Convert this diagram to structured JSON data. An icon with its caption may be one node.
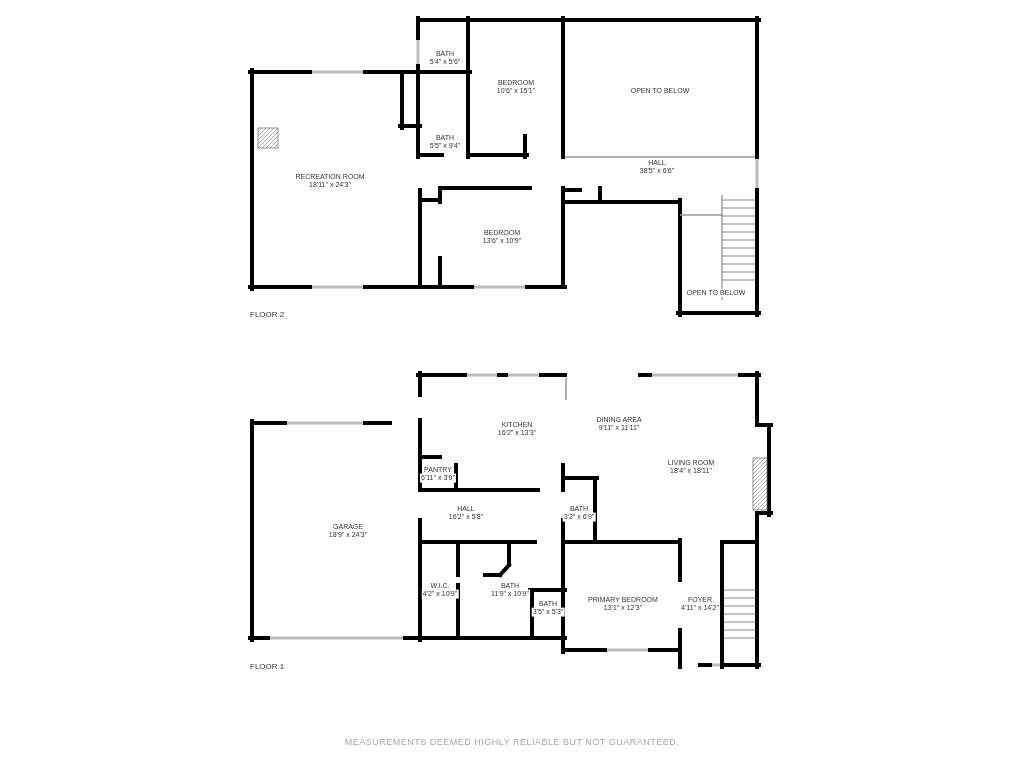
{
  "diagram": {
    "nodes": [
      {
        "text": [
          "BATH",
          "5'4\" x 5'6\""
        ]
      },
      {
        "text": [
          "BEDROOM",
          "10'6\" x 15'1\""
        ]
      },
      {
        "text": [
          "OPEN TO BELOW"
        ]
      },
      {
        "text": [
          "BATH",
          "5'5\" x 9'4\""
        ]
      },
      {
        "text": [
          "RECREATION ROOM",
          "18'11\" x 24'3\""
        ]
      },
      {
        "text": [
          "HALL",
          "38'5\" x 6'6\""
        ]
      },
      {
        "text": [
          "BEDROOM",
          "13'6\" x 10'9\""
        ]
      },
      {
        "text": [
          "OPEN TO BELOW"
        ]
      },
      {
        "text": [
          "KITCHEN",
          "16'2\" x 13'3\""
        ]
      },
      {
        "text": [
          "DINING AREA",
          "9'11\" x 11'11\""
        ]
      },
      {
        "text": [
          "PANTRY",
          "6'11\" x 3'9\""
        ]
      },
      {
        "text": [
          "LIVING ROOM",
          "18'4\" x 18'11\""
        ]
      },
      {
        "text": [
          "HALL",
          "16'2\" x 5'8\""
        ]
      },
      {
        "text": [
          "BATH",
          "3'2\" x 6'9\""
        ]
      },
      {
        "text": [
          "GARAGE",
          "18'9\" x 24'3\""
        ]
      },
      {
        "text": [
          "W.I.C.",
          "4'2\" x 10'9\""
        ]
      },
      {
        "text": [
          "BATH",
          "11'9\" x 10'9\""
        ]
      },
      {
        "text": [
          "BATH",
          "3'5\" x 5'3\""
        ]
      },
      {
        "text": [
          "PRIMARY BEDROOM",
          "13'1\" x 12'3\""
        ]
      },
      {
        "text": [
          "FOYER",
          "4'11\" x 14'2\""
        ]
      }
    ],
    "labels": [
      "FLOOR 2",
      "FLOOR 1",
      "MEASUREMENTS DEEMED HIGHLY RELIABLE BUT NOT GUARANTEED."
    ]
  }
}
